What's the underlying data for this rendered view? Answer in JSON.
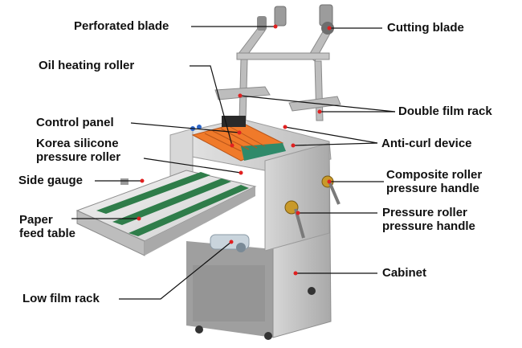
{
  "labels": {
    "perforated_blade": "Perforated blade",
    "cutting_blade": "Cutting blade",
    "oil_heating_roller": "Oil heating roller",
    "double_film_rack": "Double film rack",
    "control_panel": "Control panel",
    "anti_curl_device": "Anti-curl device",
    "korea_silicone_line1": "Korea silicone",
    "korea_silicone_line2": "pressure roller",
    "side_gauge": "Side gauge",
    "composite_roller_line1": "Composite roller",
    "composite_roller_line2": "pressure handle",
    "paper_feed_line1": "Paper",
    "paper_feed_line2": "feed table",
    "pressure_roller_line1": "Pressure roller",
    "pressure_roller_line2": "pressure handle",
    "cabinet": "Cabinet",
    "low_film_rack": "Low film rack"
  },
  "colors": {
    "label_text": "#111111",
    "leader_line": "#111111",
    "marker_dot": "#e02020",
    "machine_body": "#cfcfcf",
    "machine_shadow": "#9a9a9a",
    "feed_belt": "#2f7d4a",
    "heating_roller": "#f07a2a",
    "metal": "#b8b8b8"
  }
}
